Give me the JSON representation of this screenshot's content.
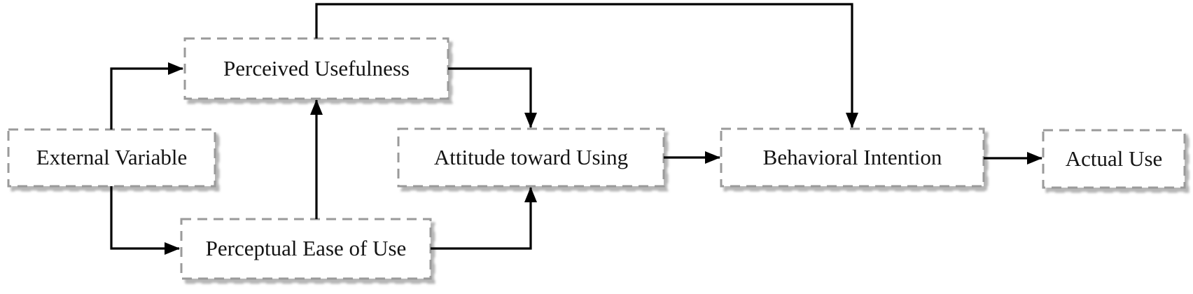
{
  "diagram": {
    "nodes": [
      {
        "id": "external-variable",
        "label": "External Variable"
      },
      {
        "id": "perceived-usefulness",
        "label": "Perceived Usefulness"
      },
      {
        "id": "perceptual-ease-of-use",
        "label": "Perceptual Ease of Use"
      },
      {
        "id": "attitude-toward-using",
        "label": "Attitude toward Using"
      },
      {
        "id": "behavioral-intention",
        "label": "Behavioral Intention"
      },
      {
        "id": "actual-use",
        "label": "Actual Use"
      }
    ],
    "edges": [
      {
        "from": "external-variable",
        "to": "perceived-usefulness"
      },
      {
        "from": "external-variable",
        "to": "perceptual-ease-of-use"
      },
      {
        "from": "perceptual-ease-of-use",
        "to": "perceived-usefulness"
      },
      {
        "from": "perceived-usefulness",
        "to": "attitude-toward-using"
      },
      {
        "from": "perceptual-ease-of-use",
        "to": "attitude-toward-using"
      },
      {
        "from": "perceived-usefulness",
        "to": "behavioral-intention"
      },
      {
        "from": "attitude-toward-using",
        "to": "behavioral-intention"
      },
      {
        "from": "behavioral-intention",
        "to": "actual-use"
      }
    ],
    "colors": {
      "background": "#ffffff",
      "box_fill": "#ffffff",
      "box_border": "#9a9a9a",
      "box_shadow": "#b6b6b6",
      "connector": "#000000",
      "text": "#141414"
    }
  }
}
